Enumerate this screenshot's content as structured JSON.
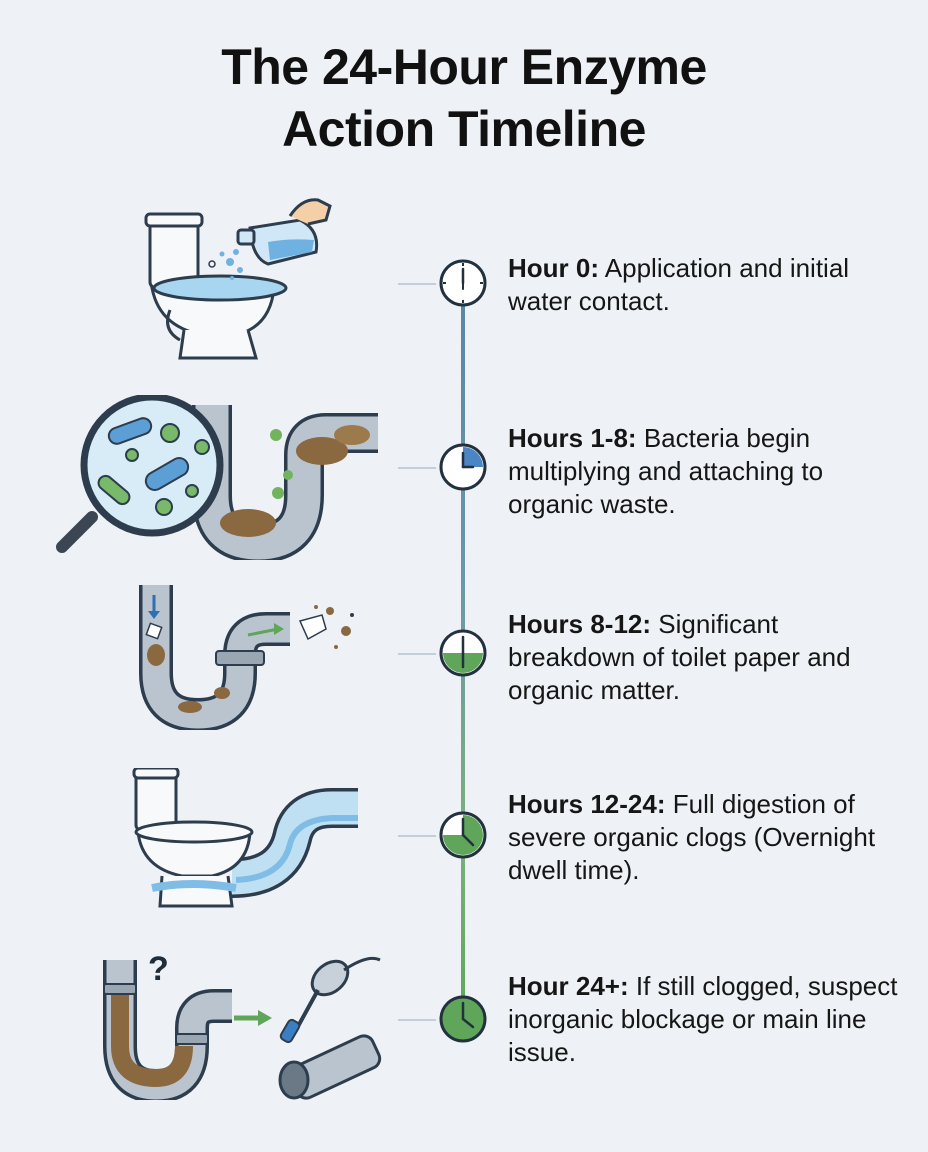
{
  "title": {
    "line1": "The 24-Hour Enzyme",
    "line2": "Action Timeline"
  },
  "steps": [
    {
      "label": "Hour 0:",
      "text": "Application and initial water contact.",
      "icon": "clock-icon",
      "clock_fill_fraction": 0,
      "illustration": "toilet-pour-icon"
    },
    {
      "label": "Hours 1-8:",
      "text": "Bacteria begin multiplying and attaching to organic waste.",
      "icon": "clock-icon",
      "clock_fill_fraction": 0.25,
      "illustration": "bacteria-magnifier-icon"
    },
    {
      "label": "Hours 8-12:",
      "text": "Significant breakdown of toilet paper and organic matter.",
      "icon": "clock-icon",
      "clock_fill_fraction": 0.5,
      "illustration": "pipe-breakdown-icon"
    },
    {
      "label": "Hours 12-24:",
      "text": "Full digestion of severe organic clogs (Overnight dwell time).",
      "icon": "clock-icon",
      "clock_fill_fraction": 0.75,
      "illustration": "toilet-clear-flow-icon"
    },
    {
      "label": "Hour 24+:",
      "text": "If still clogged, suspect inorganic blockage or main line issue.",
      "icon": "clock-icon",
      "clock_fill_fraction": 1,
      "illustration": "plunger-snake-icon"
    }
  ],
  "colors": {
    "background": "#eef2f6",
    "timeline_blue": "#5a86a6",
    "timeline_green": "#5fa65a",
    "clock_blue": "#4a86c5",
    "clock_green": "#5fa65a",
    "water": "#8cc4e8"
  }
}
